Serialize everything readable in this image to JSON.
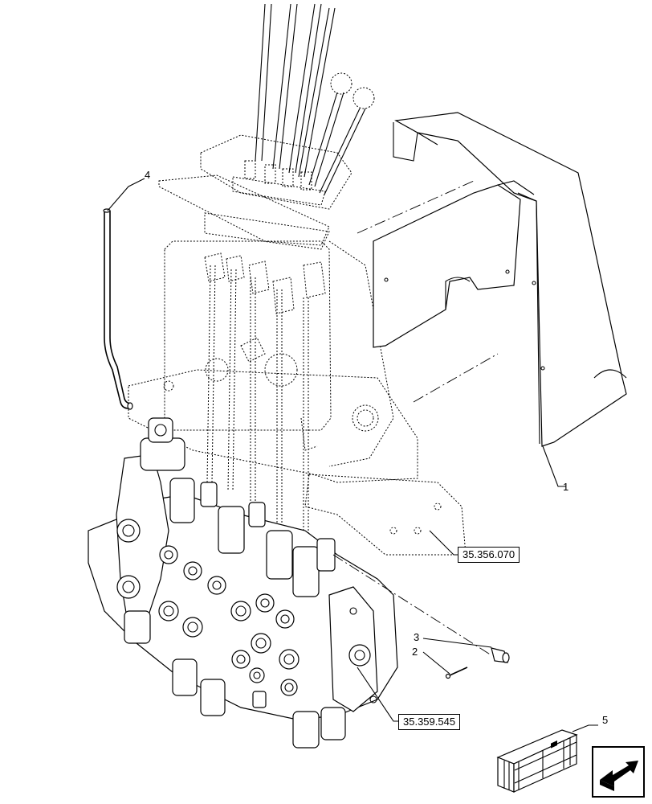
{
  "callouts": [
    {
      "id": "1",
      "label": "1"
    },
    {
      "id": "2",
      "label": "2"
    },
    {
      "id": "3",
      "label": "3"
    },
    {
      "id": "4",
      "label": "4"
    },
    {
      "id": "5",
      "label": "5"
    }
  ],
  "references": {
    "ref_upper": "35.356.070",
    "ref_lower": "35.359.545"
  },
  "icons": {
    "kit": "kit-crate-icon",
    "nav": "next-page-arrow-icon"
  }
}
